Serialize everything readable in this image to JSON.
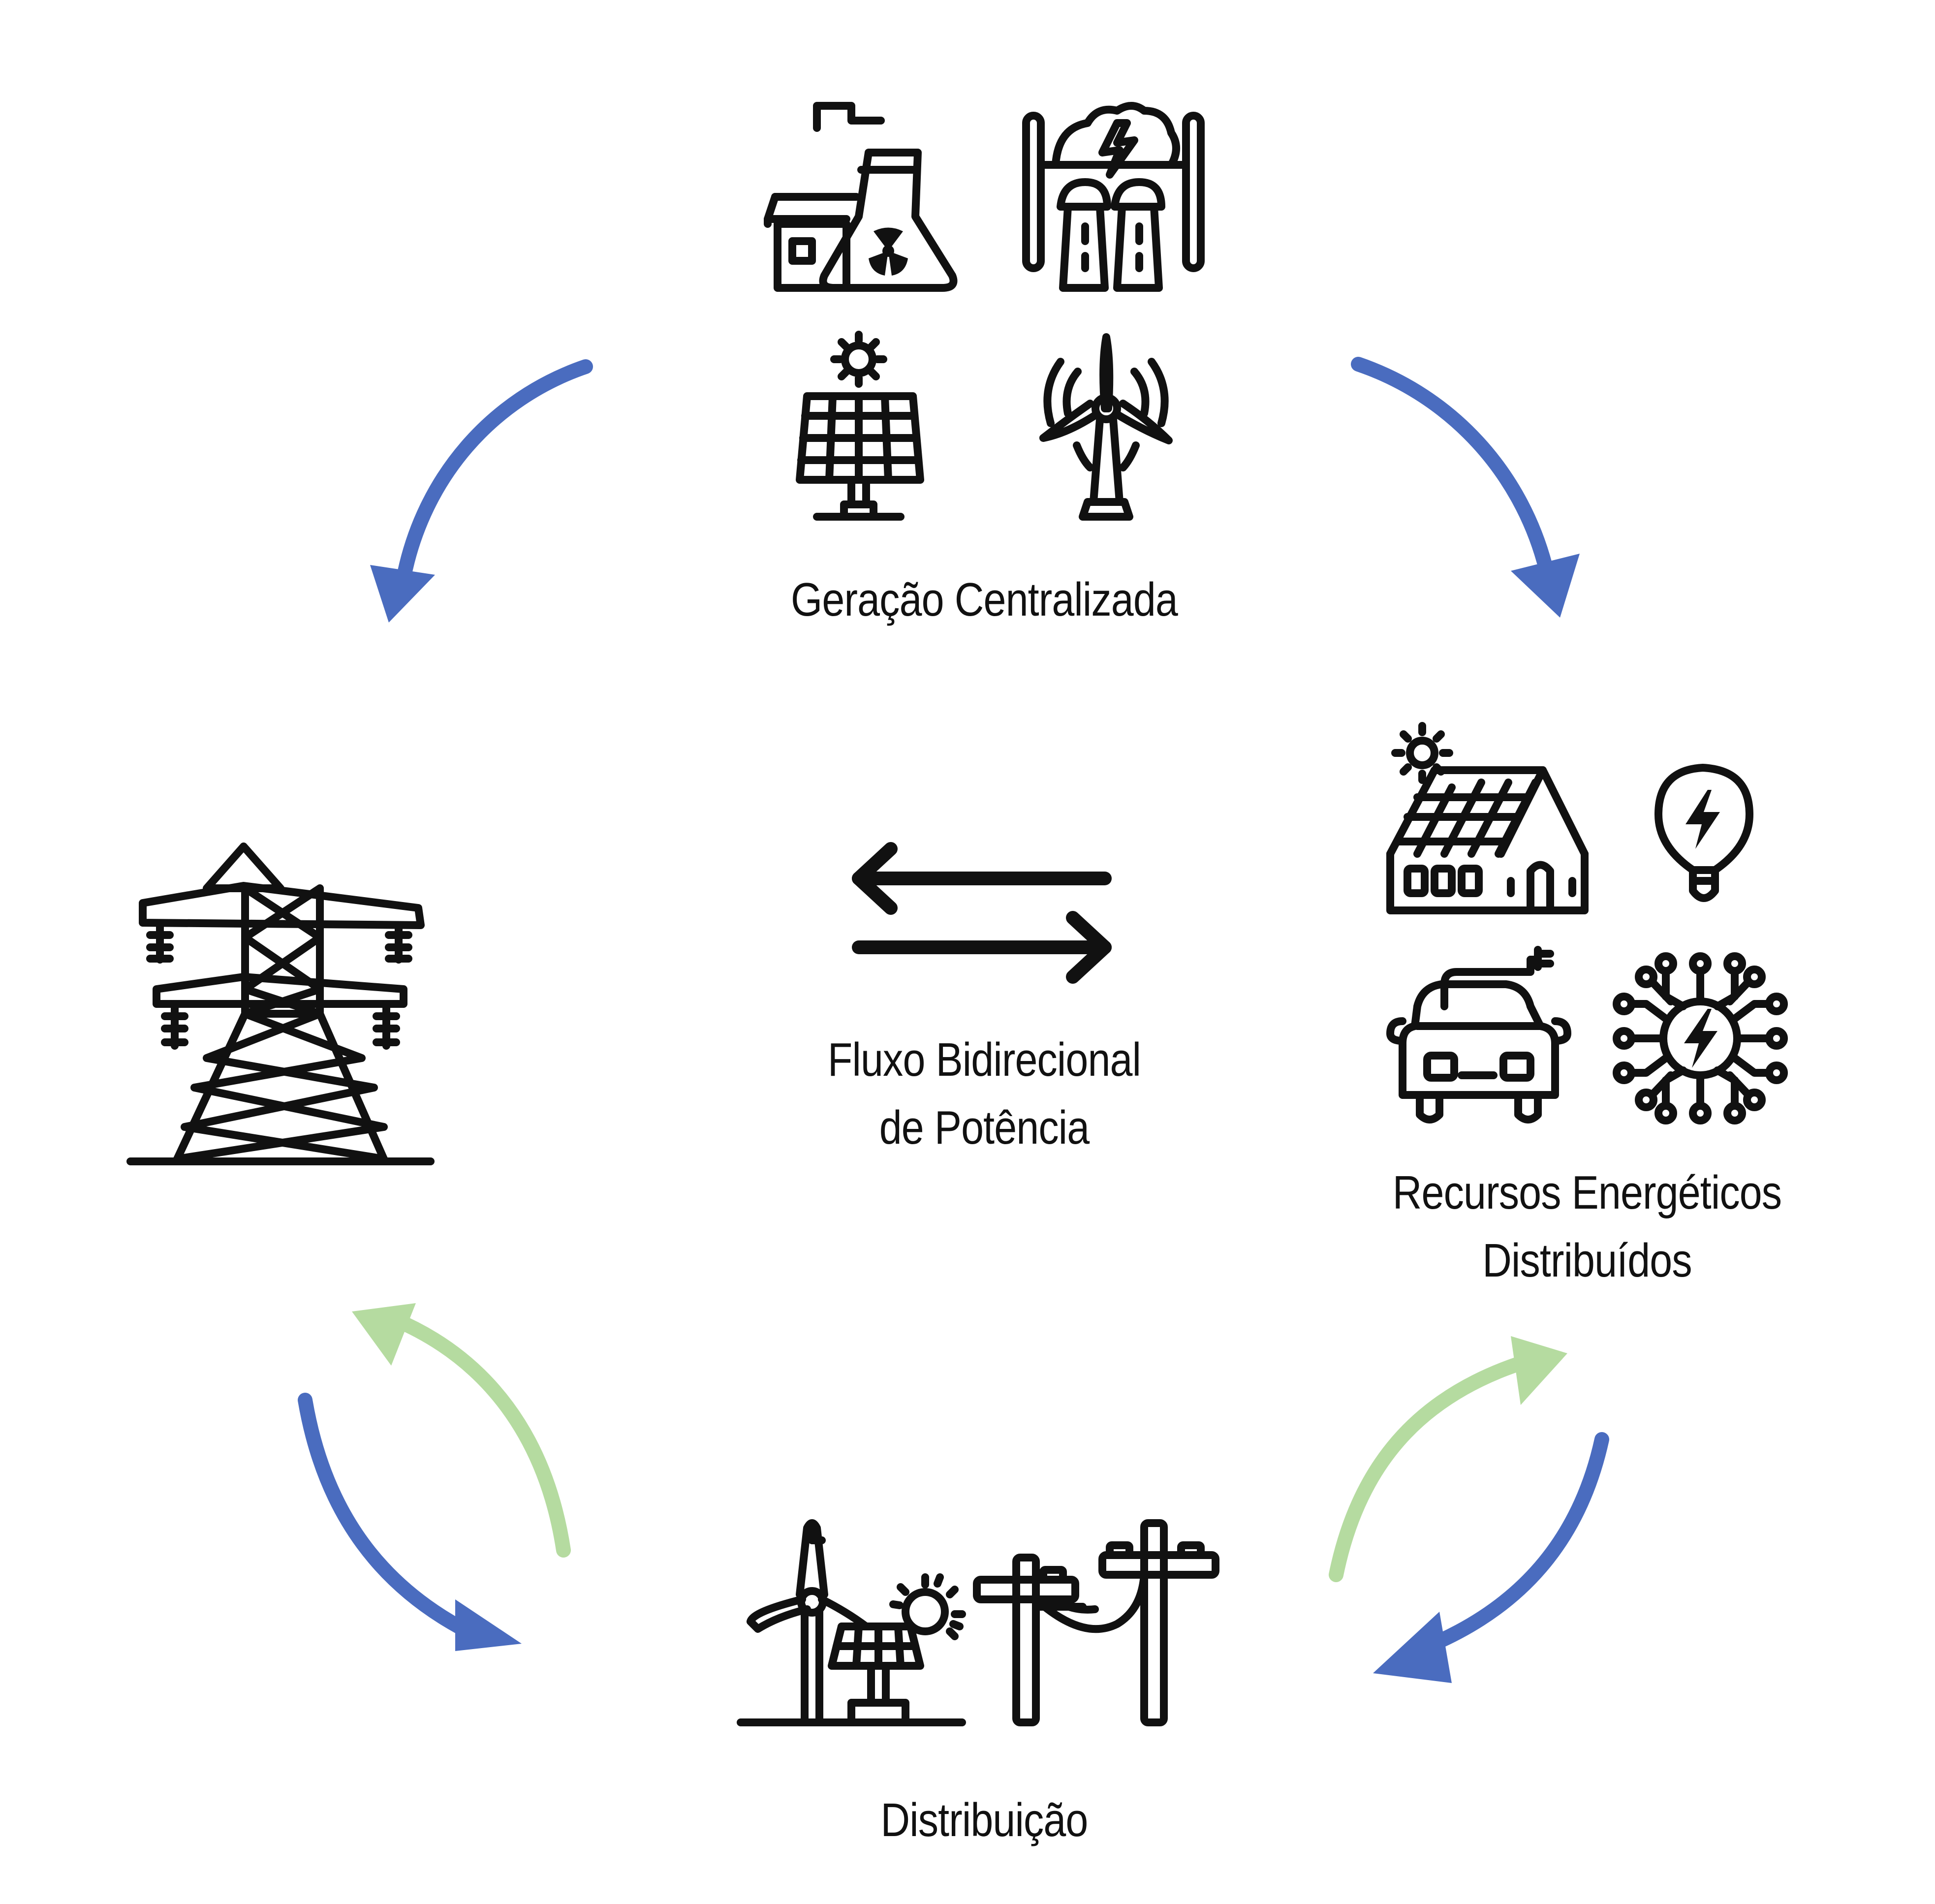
{
  "labels": {
    "central_generation": "Geração Centralizada",
    "bidirectional_flow_line1": "Fluxo Bidirecional",
    "bidirectional_flow_line2": "de Potência",
    "distributed_resources_line1": "Recursos Energéticos",
    "distributed_resources_line2": "Distribuídos",
    "distribution": "Distribuição"
  },
  "colors": {
    "blue_arrow": "#4a6cbf",
    "green_arrow": "#b5dba0",
    "icon_stroke": "#111111"
  },
  "icons": [
    "nuclear-plant-icon",
    "thermal-plant-icon",
    "solar-panel-icon",
    "wind-turbine-icon",
    "transmission-tower-icon",
    "bidirectional-arrows-icon",
    "solar-house-icon",
    "lightbulb-icon",
    "electric-car-icon",
    "smart-circuit-icon",
    "wind-solar-icon",
    "utility-poles-icon"
  ]
}
